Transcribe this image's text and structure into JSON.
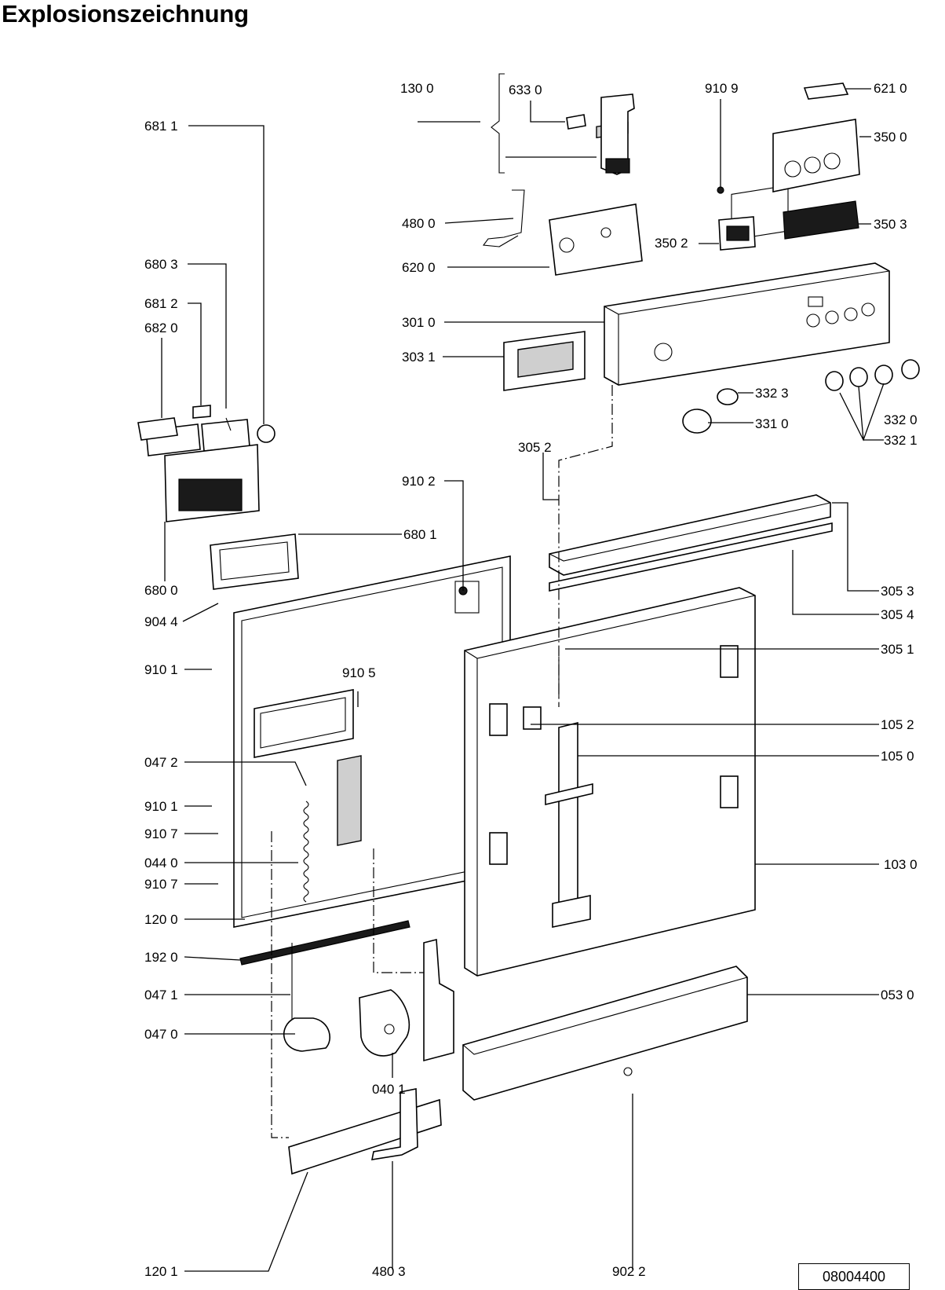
{
  "title": "Explosionszeichnung",
  "drawing_number": "08004400",
  "callouts": [
    "130 0",
    "633 0",
    "910 9",
    "621 0",
    "350 0",
    "681 1",
    "480 0",
    "350 2",
    "350 3",
    "620 0",
    "680 3",
    "681 2",
    "682 0",
    "301 0",
    "303 1",
    "332 3",
    "331 0",
    "332 0",
    "332 1",
    "305 2",
    "910 2",
    "680 1",
    "305 3",
    "680 0",
    "305 4",
    "904 4",
    "305 1",
    "910 1",
    "910 5",
    "105 2",
    "105 0",
    "047 2",
    "910 1",
    "910 7",
    "044 0",
    "103 0",
    "910 7",
    "120 0",
    "192 0",
    "047 1",
    "053 0",
    "047 0",
    "040 1",
    "120 1",
    "480 3",
    "902 2"
  ]
}
